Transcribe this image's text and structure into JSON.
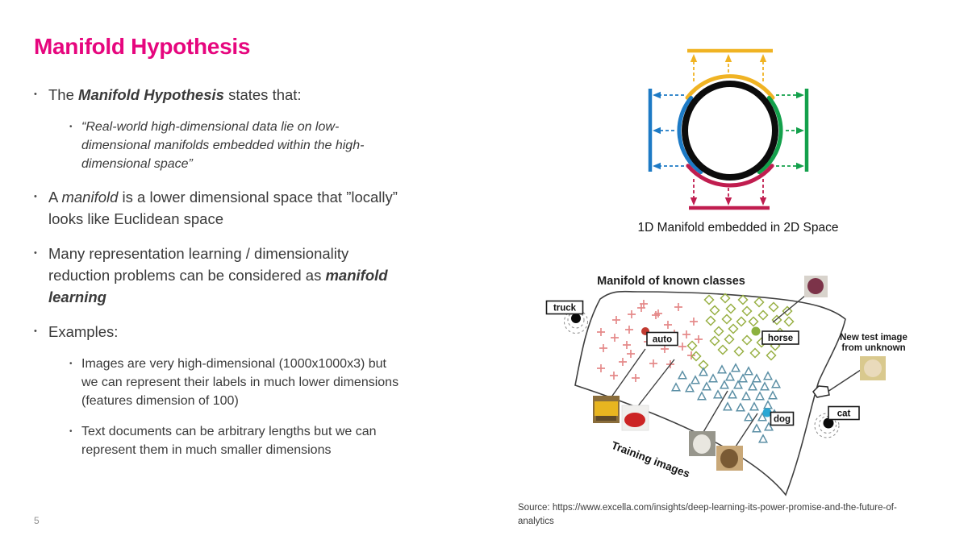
{
  "colors": {
    "title_pink": "#E6067E",
    "text_dark": "#3a3a3a",
    "fig_yellow": "#F0B323",
    "fig_blue": "#1D7AC5",
    "fig_green": "#13A04B",
    "fig_crimson": "#C01D4F",
    "fig_black": "#0c0c0c",
    "plus_red": "#E58A8A",
    "diamond_green": "#98B045",
    "tri_blue": "#5B8FA5",
    "dot_auto": "#C23B31",
    "dot_horse": "#8CB13F",
    "dot_dog": "#2AA7D4"
  },
  "slide": {
    "title": "Manifold Hypothesis",
    "page_number": "5"
  },
  "bullets": [
    {
      "level": 1,
      "segments": [
        {
          "t": "The "
        },
        {
          "t": "Manifold Hypothesis",
          "b": true,
          "i": true
        },
        {
          "t": " states that:"
        }
      ]
    },
    {
      "level": 2,
      "segments": [
        {
          "t": "“Real-world high-dimensional data lie on low-",
          "i": true
        },
        {
          "br": true
        },
        {
          "t": "dimensional manifolds embedded within the high-",
          "i": true
        },
        {
          "br": true
        },
        {
          "t": "dimensional space”",
          "i": true
        }
      ]
    },
    {
      "level": 1,
      "segments": [
        {
          "t": "A "
        },
        {
          "t": "manifold",
          "i": true
        },
        {
          "t": " is a lower dimensional space that ”locally”"
        },
        {
          "br": true
        },
        {
          "t": "looks like Euclidean space"
        }
      ]
    },
    {
      "level": 1,
      "segments": [
        {
          "t": "Many representation learning / dimensionality"
        },
        {
          "br": true
        },
        {
          "t": "reduction problems can be considered as "
        },
        {
          "t": "manifold",
          "b": true,
          "i": true
        },
        {
          "br": true
        },
        {
          "t": "learning",
          "b": true,
          "i": true
        }
      ]
    },
    {
      "level": 1,
      "segments": [
        {
          "t": "Examples:"
        }
      ]
    },
    {
      "level": 2,
      "segments": [
        {
          "t": "Images are very high-dimensional (1000x1000x3) but"
        },
        {
          "br": true
        },
        {
          "t": "we can represent their labels in much lower dimensions"
        },
        {
          "br": true
        },
        {
          "t": "(features dimension of 100)"
        }
      ]
    },
    {
      "level": 2,
      "segments": [
        {
          "t": "Text documents can be arbitrary lengths but we can"
        },
        {
          "br": true
        },
        {
          "t": "represent them in much smaller dimensions"
        }
      ]
    }
  ],
  "source": {
    "lines": [
      "Source: https://www.excella.com/insights/deep-learning-its-power-promise-and-the-future-of-",
      "analytics"
    ]
  },
  "figure1": {
    "caption": "1D Manifold embedded in 2D Space"
  },
  "figure2": {
    "title": "Manifold of known classes",
    "labels": {
      "truck": "truck",
      "auto": "auto",
      "horse": "horse",
      "dog": "dog",
      "cat": "cat"
    },
    "annotation_lines": [
      "New test image",
      "from unknown"
    ],
    "training_label": "Training images",
    "clusters": [
      {
        "type": "plus",
        "color": "plus_red",
        "size": 5,
        "points": [
          [
            798,
            377
          ],
          [
            841,
            381
          ],
          [
            783,
            390
          ],
          [
            813,
            391
          ],
          [
            764,
            397
          ],
          [
            860,
            399
          ],
          [
            828,
            403
          ],
          [
            780,
            409
          ],
          [
            816,
            389
          ],
          [
            745,
            412
          ],
          [
            762,
            419
          ],
          [
            803,
            424
          ],
          [
            846,
            430
          ],
          [
            777,
            428
          ],
          [
            824,
            433
          ],
          [
            857,
            441
          ],
          [
            748,
            432
          ],
          [
            782,
            439
          ],
          [
            772,
            449
          ],
          [
            810,
            451
          ],
          [
            831,
            452
          ],
          [
            745,
            457
          ],
          [
            761,
            466
          ],
          [
            788,
            469
          ],
          [
            836,
            414
          ],
          [
            866,
            421
          ],
          [
            851,
            415
          ],
          [
            795,
            382
          ]
        ]
      },
      {
        "type": "diamond",
        "color": "diamond_green",
        "size": 5.5,
        "points": [
          [
            879,
            372
          ],
          [
            899,
            370
          ],
          [
            921,
            372
          ],
          [
            941,
            375
          ],
          [
            959,
            381
          ],
          [
            976,
            386
          ],
          [
            886,
            385
          ],
          [
            906,
            383
          ],
          [
            926,
            386
          ],
          [
            946,
            391
          ],
          [
            881,
            398
          ],
          [
            901,
            396
          ],
          [
            919,
            399
          ],
          [
            963,
            397
          ],
          [
            978,
            399
          ],
          [
            891,
            411
          ],
          [
            909,
            408
          ],
          [
            934,
            399
          ],
          [
            967,
            413
          ],
          [
            886,
            423
          ],
          [
            904,
            421
          ],
          [
            926,
            422
          ],
          [
            944,
            425
          ],
          [
            961,
            429
          ],
          [
            976,
            419
          ],
          [
            896,
            434
          ],
          [
            916,
            436
          ],
          [
            936,
            438
          ],
          [
            956,
            441
          ],
          [
            858,
            429
          ],
          [
            863,
            442
          ],
          [
            872,
            453
          ]
        ]
      },
      {
        "type": "triangle",
        "color": "tri_blue",
        "size": 5.2,
        "points": [
          [
            846,
            466
          ],
          [
            872,
            462
          ],
          [
            895,
            459
          ],
          [
            912,
            457
          ],
          [
            928,
            461
          ],
          [
            862,
            472
          ],
          [
            884,
            470
          ],
          [
            905,
            468
          ],
          [
            921,
            470
          ],
          [
            938,
            470
          ],
          [
            952,
            467
          ],
          [
            838,
            481
          ],
          [
            855,
            482
          ],
          [
            876,
            480
          ],
          [
            898,
            478
          ],
          [
            915,
            478
          ],
          [
            933,
            480
          ],
          [
            948,
            480
          ],
          [
            962,
            477
          ],
          [
            870,
            492
          ],
          [
            890,
            490
          ],
          [
            908,
            490
          ],
          [
            925,
            492
          ],
          [
            942,
            492
          ],
          [
            958,
            491
          ],
          [
            902,
            505
          ],
          [
            918,
            506
          ],
          [
            935,
            505
          ],
          [
            952,
            503
          ],
          [
            928,
            518
          ],
          [
            945,
            518
          ],
          [
            960,
            514
          ],
          [
            938,
            532
          ],
          [
            953,
            530
          ],
          [
            946,
            545
          ]
        ]
      },
      {
        "type": "dot",
        "color": "dot_auto",
        "size": 5,
        "points": [
          [
            800,
            411
          ]
        ]
      },
      {
        "type": "dot",
        "color": "dot_horse",
        "size": 5.5,
        "points": [
          [
            937,
            411
          ]
        ]
      },
      {
        "type": "dot",
        "color": "dot_dog",
        "size": 5.5,
        "points": [
          [
            951,
            512
          ]
        ]
      }
    ]
  }
}
